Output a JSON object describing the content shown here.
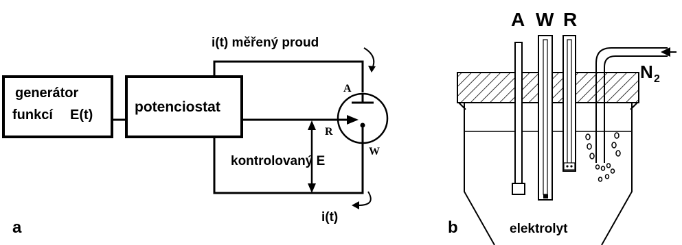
{
  "panel_a": {
    "label": "a",
    "generator_line1": "generátor",
    "generator_line2": "funkcí",
    "generator_line2b": "E(t)",
    "potentiostat": "potenciostat",
    "current_label_top": "i(t) měřený proud",
    "current_label_bottom": "i(t)",
    "controlled_label": "kontrolovaný E",
    "electrode_A": "A",
    "electrode_R": "R",
    "electrode_W": "W"
  },
  "panel_b": {
    "label": "b",
    "electrode_A": "A",
    "electrode_W": "W",
    "electrode_R": "R",
    "gas_main": "N",
    "gas_sub": "2",
    "electrolyte": "elektrolyt"
  }
}
